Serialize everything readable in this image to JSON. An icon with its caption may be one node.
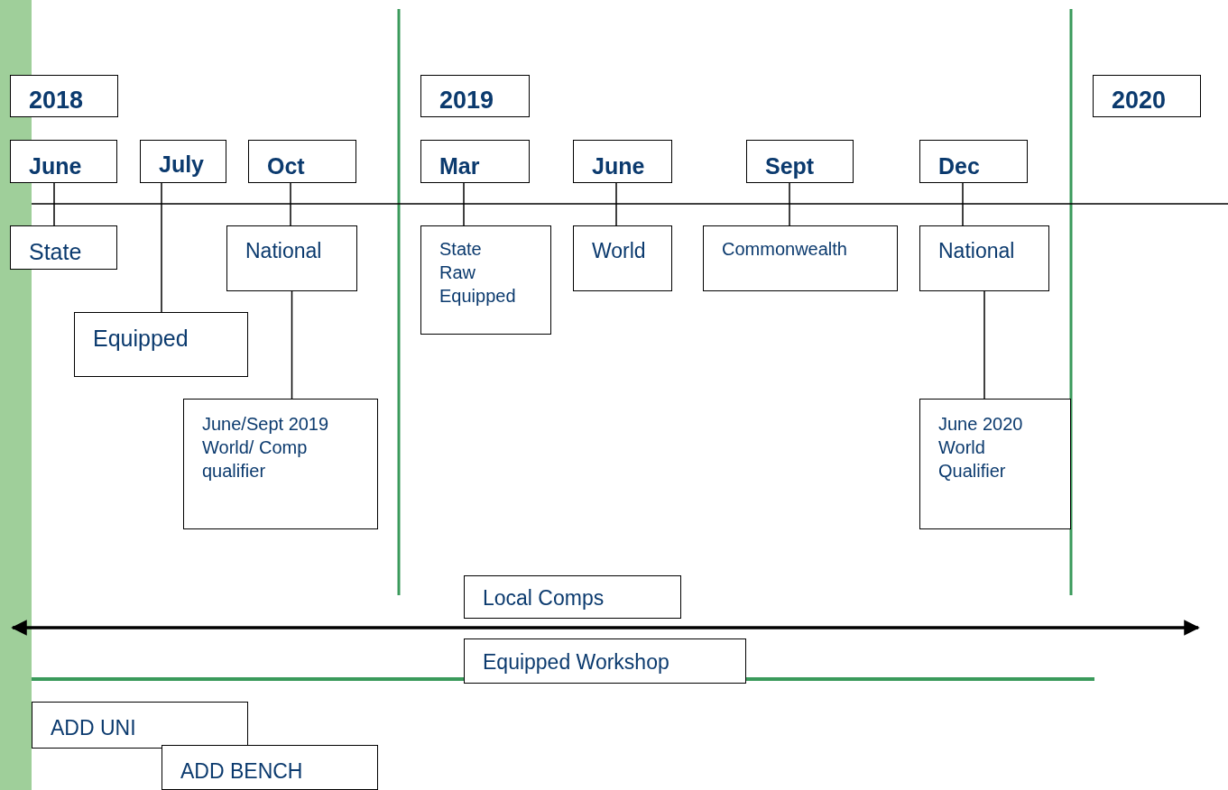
{
  "diagram": {
    "nodes": [
      {
        "text": [
          "2018"
        ]
      },
      {
        "text": [
          "2019"
        ]
      },
      {
        "text": [
          "2020"
        ]
      },
      {
        "text": [
          "June"
        ]
      },
      {
        "text": [
          "July"
        ]
      },
      {
        "text": [
          "Oct"
        ]
      },
      {
        "text": [
          "Mar"
        ]
      },
      {
        "text": [
          "June"
        ]
      },
      {
        "text": [
          "Sept"
        ]
      },
      {
        "text": [
          "Dec"
        ]
      },
      {
        "text": [
          "State"
        ]
      },
      {
        "text": [
          "Equipped"
        ]
      },
      {
        "text": [
          "National"
        ]
      },
      {
        "text": [
          "June/Sept 2019 World/ Comp qualifier"
        ]
      },
      {
        "text": [
          "State Raw Equipped"
        ]
      },
      {
        "text": [
          "World"
        ]
      },
      {
        "text": [
          "Commonwealth"
        ]
      },
      {
        "text": [
          "National"
        ]
      },
      {
        "text": [
          "June 2020 World Qualifier"
        ]
      },
      {
        "text": [
          "Local Comps"
        ]
      },
      {
        "text": [
          "Equipped Workshop"
        ]
      },
      {
        "text": [
          "ADD UNI"
        ]
      },
      {
        "text": [
          "ADD BENCH"
        ]
      },
      {
        "text": [],
        "shape": "bar"
      }
    ],
    "edges": [
      {
        "from": 3,
        "to": 10,
        "arrow": "none"
      },
      {
        "from": 4,
        "to": 11,
        "arrow": "none"
      },
      {
        "from": 5,
        "to": 12,
        "arrow": "none"
      },
      {
        "from": 12,
        "to": 13,
        "arrow": "none"
      },
      {
        "from": 6,
        "to": 14,
        "arrow": "none"
      },
      {
        "from": 7,
        "to": 15,
        "arrow": "none"
      },
      {
        "from": 8,
        "to": 16,
        "arrow": "none"
      },
      {
        "from": 9,
        "to": 17,
        "arrow": "none"
      },
      {
        "from": 17,
        "to": 18,
        "arrow": "none"
      }
    ]
  }
}
